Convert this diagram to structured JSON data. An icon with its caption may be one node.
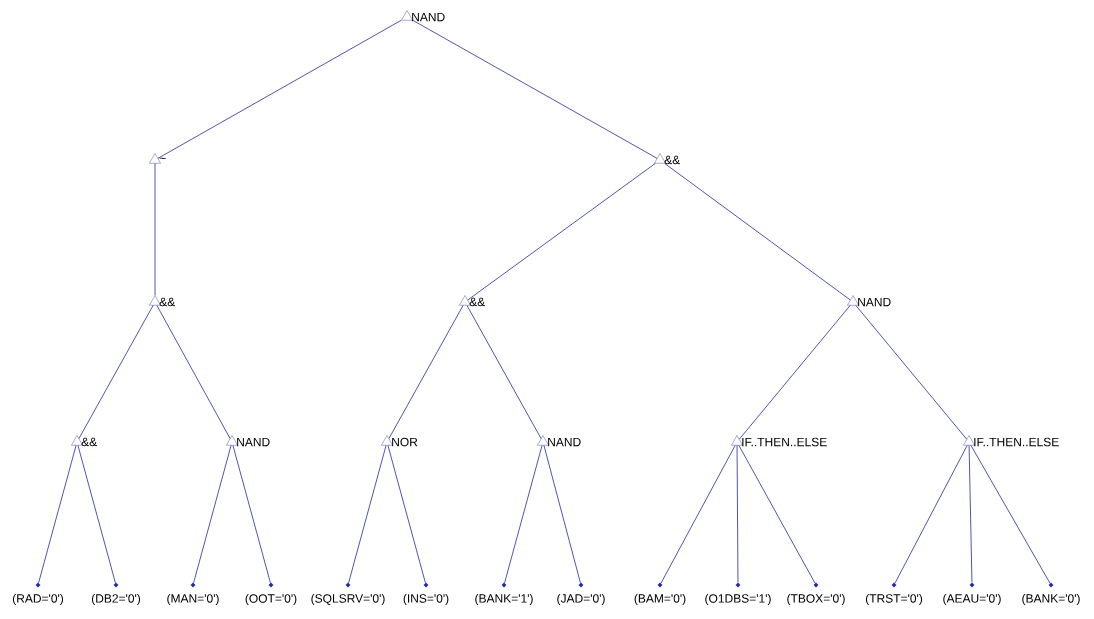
{
  "diagram": {
    "nodes": [
      {
        "text": [
          "NAND"
        ]
      },
      {
        "text": [
          "~"
        ]
      },
      {
        "text": [
          "&&"
        ]
      },
      {
        "text": [
          "&&"
        ]
      },
      {
        "text": [
          "&&"
        ]
      },
      {
        "text": [
          "NAND"
        ]
      },
      {
        "text": [
          "&&"
        ]
      },
      {
        "text": [
          "NAND"
        ]
      },
      {
        "text": [
          "NOR"
        ]
      },
      {
        "text": [
          "NAND"
        ]
      },
      {
        "text": [
          "IF..THEN..ELSE"
        ]
      },
      {
        "text": [
          "IF..THEN..ELSE"
        ]
      },
      {
        "text": [
          "(RAD='0')"
        ]
      },
      {
        "text": [
          "(DB2='0')"
        ]
      },
      {
        "text": [
          "(MAN='0')"
        ]
      },
      {
        "text": [
          "(OOT='0')"
        ]
      },
      {
        "text": [
          "(SQLSRV='0')"
        ]
      },
      {
        "text": [
          "(INS='0')"
        ]
      },
      {
        "text": [
          "(BANK='1')"
        ]
      },
      {
        "text": [
          "(JAD='0')"
        ]
      },
      {
        "text": [
          "(BAM='0')"
        ]
      },
      {
        "text": [
          "(O1DBS='1')"
        ]
      },
      {
        "text": [
          "(TBOX='0')"
        ]
      },
      {
        "text": [
          "(TRST='0')"
        ]
      },
      {
        "text": [
          "(AEAU='0')"
        ]
      },
      {
        "text": [
          "(BANK='0')"
        ]
      }
    ],
    "edges": [
      {
        "from": 0,
        "to": 1,
        "arrow": "none"
      },
      {
        "from": 0,
        "to": 2,
        "arrow": "none"
      },
      {
        "from": 1,
        "to": 3,
        "arrow": "none"
      },
      {
        "from": 2,
        "to": 4,
        "arrow": "none"
      },
      {
        "from": 2,
        "to": 5,
        "arrow": "none"
      },
      {
        "from": 3,
        "to": 6,
        "arrow": "none"
      },
      {
        "from": 3,
        "to": 7,
        "arrow": "none"
      },
      {
        "from": 4,
        "to": 8,
        "arrow": "none"
      },
      {
        "from": 4,
        "to": 9,
        "arrow": "none"
      },
      {
        "from": 5,
        "to": 10,
        "arrow": "none"
      },
      {
        "from": 5,
        "to": 11,
        "arrow": "none"
      },
      {
        "from": 6,
        "to": 12,
        "arrow": "none"
      },
      {
        "from": 6,
        "to": 13,
        "arrow": "none"
      },
      {
        "from": 7,
        "to": 14,
        "arrow": "none"
      },
      {
        "from": 7,
        "to": 15,
        "arrow": "none"
      },
      {
        "from": 8,
        "to": 16,
        "arrow": "none"
      },
      {
        "from": 8,
        "to": 17,
        "arrow": "none"
      },
      {
        "from": 9,
        "to": 18,
        "arrow": "none"
      },
      {
        "from": 9,
        "to": 19,
        "arrow": "none"
      },
      {
        "from": 10,
        "to": 20,
        "arrow": "none"
      },
      {
        "from": 10,
        "to": 21,
        "arrow": "none"
      },
      {
        "from": 10,
        "to": 22,
        "arrow": "none"
      },
      {
        "from": 11,
        "to": 23,
        "arrow": "none"
      },
      {
        "from": 11,
        "to": 24,
        "arrow": "none"
      },
      {
        "from": 11,
        "to": 25,
        "arrow": "none"
      }
    ]
  }
}
